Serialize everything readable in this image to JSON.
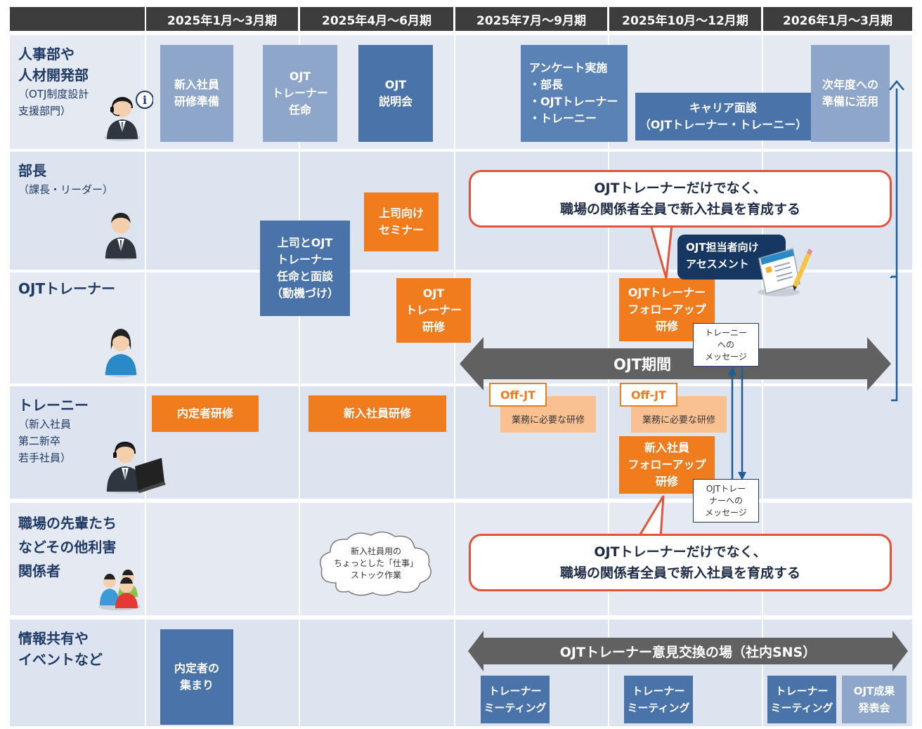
{
  "periods": [
    "2025年1月〜3月期",
    "2025年4月〜6月期",
    "2025年7月〜9月期",
    "2025年10月〜12月期",
    "2026年1月〜3月期"
  ],
  "rows": [
    {
      "title": "人事部や\n人材開発部",
      "sub": "（OTJ制度設計\n支援部門）"
    },
    {
      "title": "部長",
      "sub": "（課長・リーダー）"
    },
    {
      "title": "OJTトレーナー",
      "sub": ""
    },
    {
      "title": "トレーニー",
      "sub": "（新入社員\n第二新卒\n若手社員）"
    },
    {
      "title": "職場の先輩たち\nなどその他利害\n関係者",
      "sub": ""
    },
    {
      "title": "情報共有や\nイベントなど",
      "sub": ""
    }
  ],
  "boxes": {
    "hr_prep": "新入社員\n研修準備",
    "hr_appoint": "OJT\nトレーナー\n任命",
    "hr_briefing": "OJT\n説明会",
    "hr_survey": "アンケート実施\n・部長\n・OJTトレーナー\n・トレーニー",
    "hr_career": "キャリア面談\n（OJTトレーナー・トレーニー）",
    "hr_next": "次年度への\n準備に活用",
    "mgr_seminar": "上司向け\nセミナー",
    "mgr_interview": "上司とOJT\nトレーナー\n任命と面談\n（動機づけ）",
    "tr_training": "OJT\nトレーナー\n研修",
    "tr_followup": "OJTトレーナー\nフォローアップ\n研修",
    "assessment": "OJT担当者向け\nアセスメント",
    "tn_pre": "内定者研修",
    "tn_new": "新入社員研修",
    "offjt_label": "Off-JT",
    "offjt_desc": "業務に必要な研修",
    "tn_followup": "新入社員\nフォローアップ\n研修",
    "stock_work": "新入社員用の\nちょっとした「仕事」\nストック作業",
    "ev_gathering": "内定者の\n集まり",
    "ev_meeting": "トレーナー\nミーティング",
    "ev_results": "OJT成果\n発表会"
  },
  "notes": {
    "to_trainee": "トレーニー\nへの\nメッセージ",
    "to_trainer": "OJTトレー\nナーへの\nメッセージ"
  },
  "callout": "OJTトレーナーだけでなく、\n職場の関係者全員で新入社員を育成する",
  "bars": {
    "ojt_period": "OJT期間",
    "sns": "OJTトレーナー意見交換の場（社内SNS）"
  },
  "colors": {
    "header": "#3d3d3d",
    "lane": "#e4e9f2",
    "blue_light": "#8ea6c9",
    "blue": "#4a73aa",
    "orange": "#f07c1e",
    "peach": "#f9c091",
    "callout_border": "#e2533a",
    "navy": "#173763",
    "arrow_gray": "#616161"
  }
}
